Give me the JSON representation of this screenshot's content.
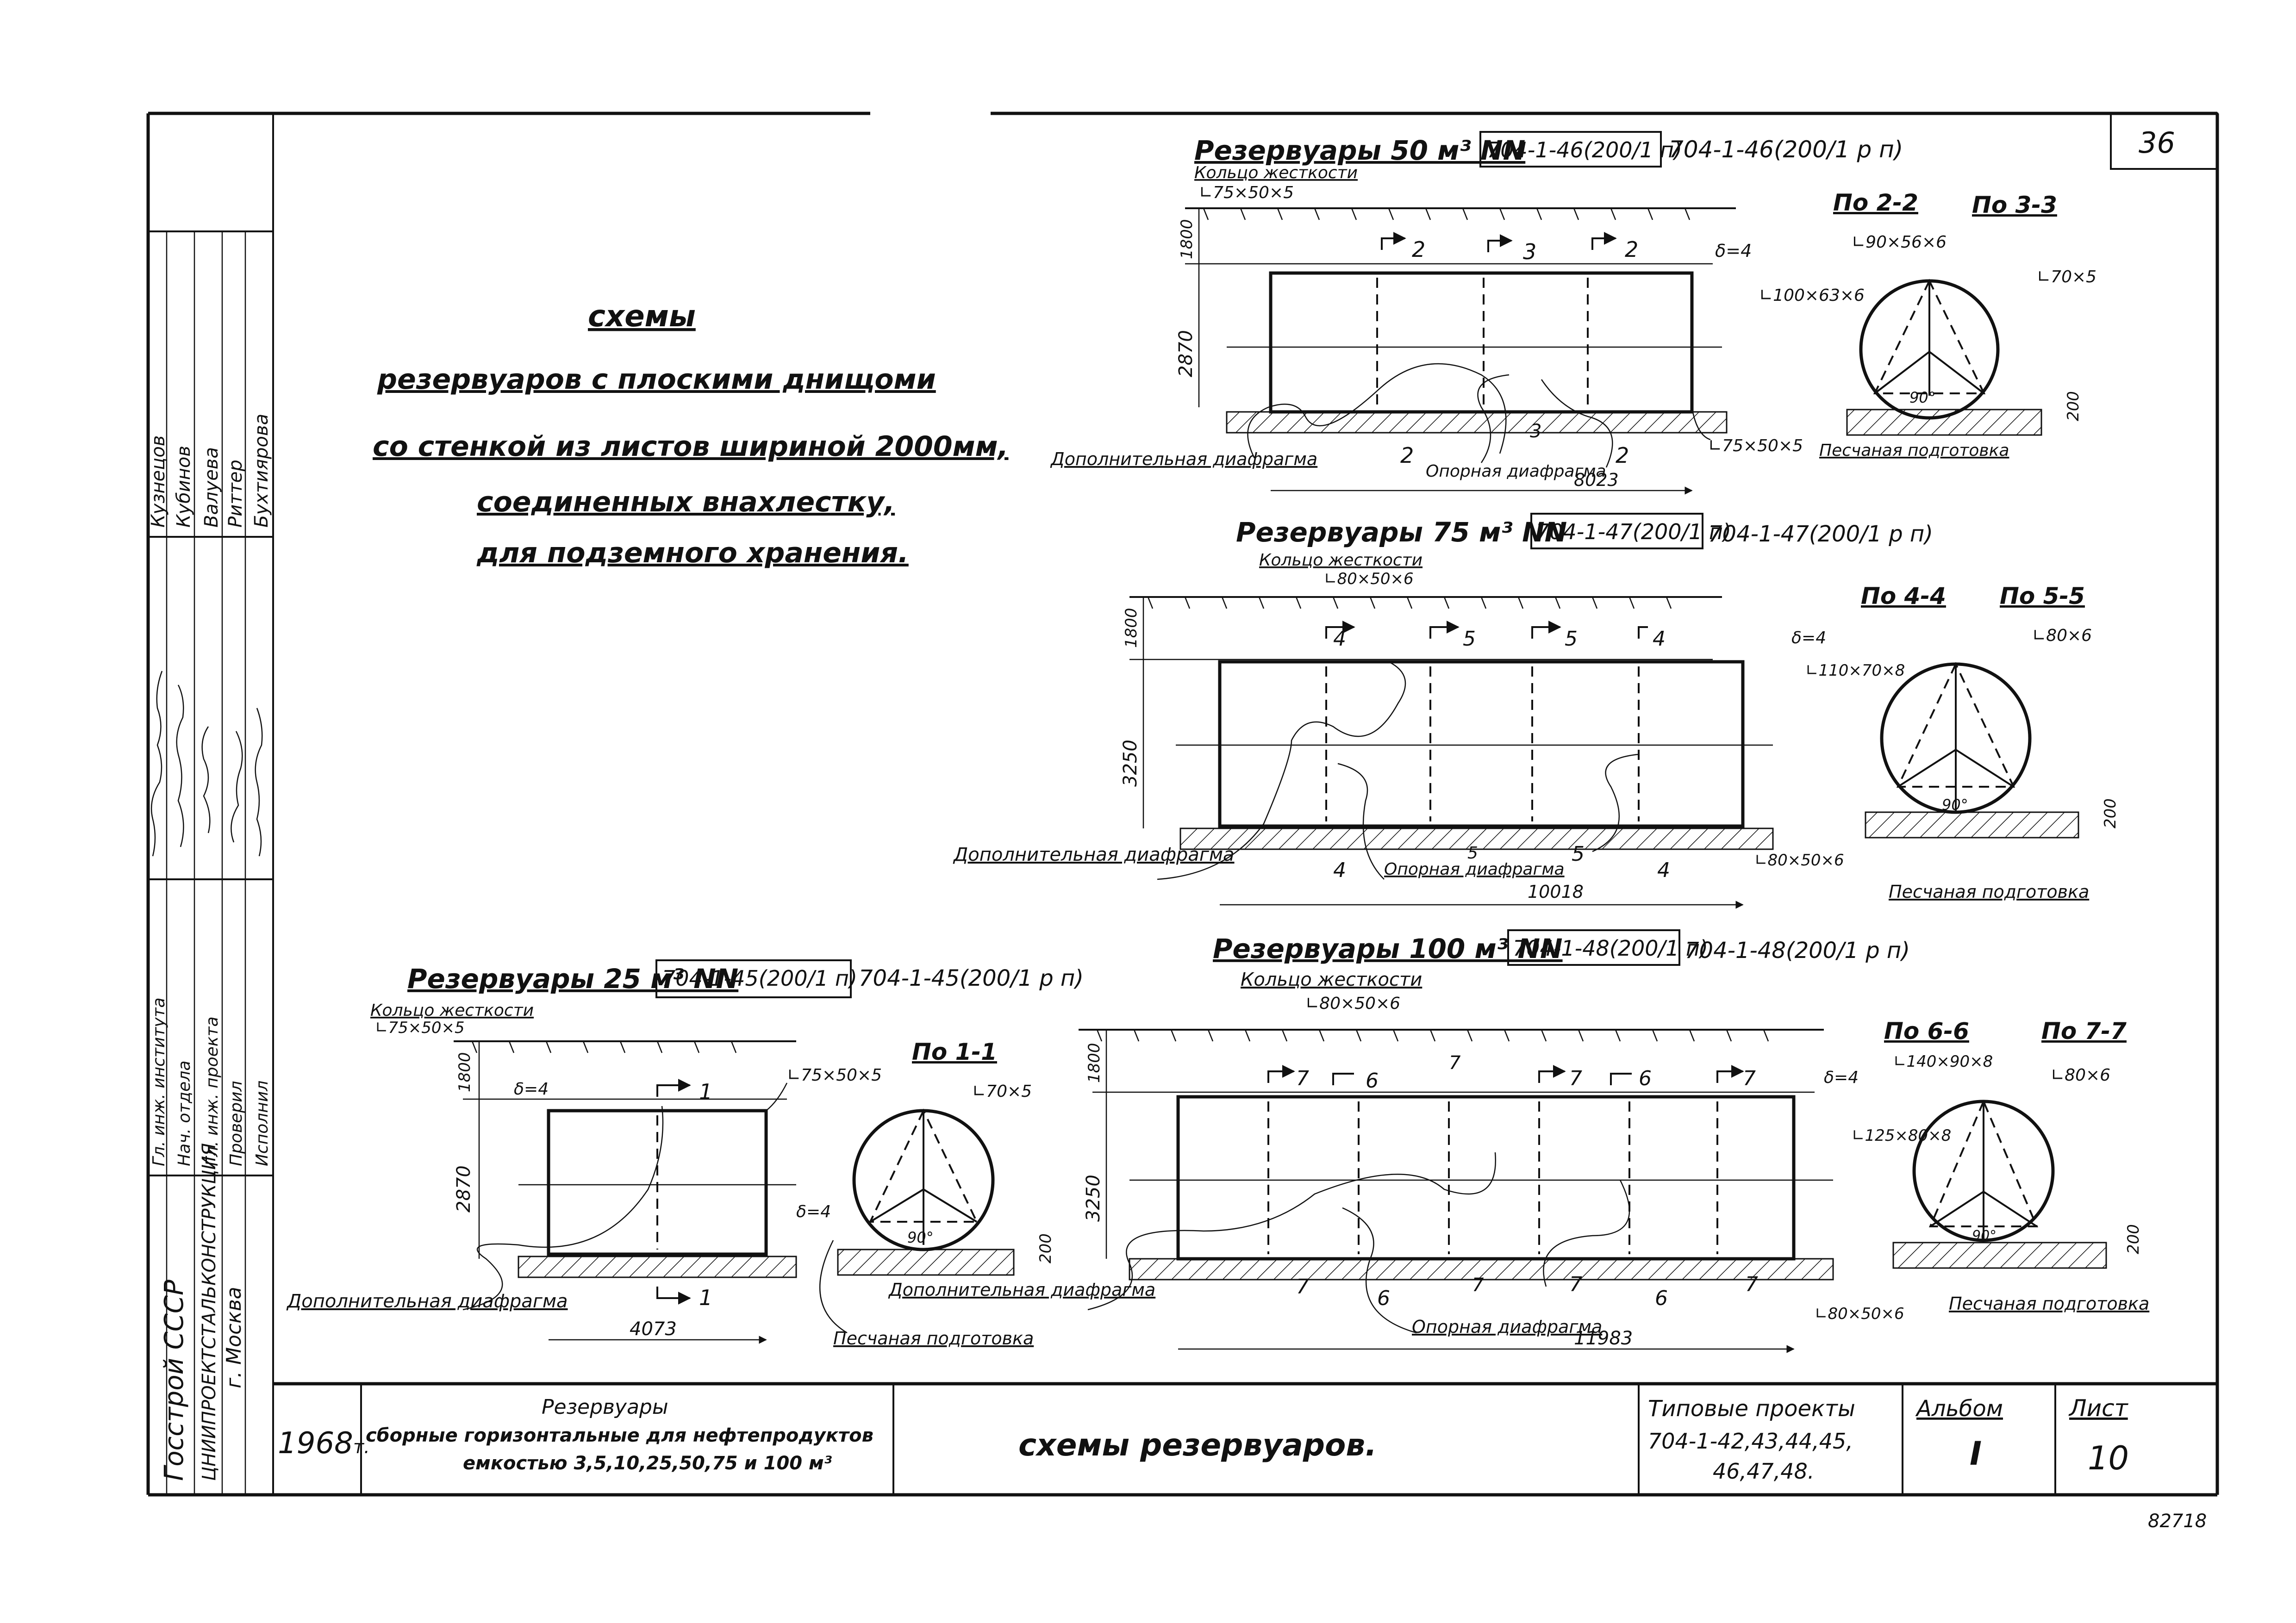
{
  "sheet_number_corner": "36",
  "title": {
    "line1": "схемы",
    "line2": "резервуаров с плоскими днищоми",
    "line3": "со стенкой из листов шириной 2000мм,",
    "line4": "соединенных внахлестку,",
    "line5": "для подземного хранения."
  },
  "side_stamp": {
    "org1": "Госстрой СССР",
    "org2": "ЦНИИПРОЕКТСТАЛЬКОНСТРУКЦИЯ",
    "city": "г. Москва",
    "roles": [
      "Гл. инж. института",
      "Нач. отдела",
      "Гл. инж. проекта",
      "Проверил",
      "Исполнил"
    ],
    "names": [
      "Кузнецов",
      "Кубинов",
      "Валуева",
      "Риттер",
      "Бухтиярова"
    ]
  },
  "tank50": {
    "heading": "Резервуары 50 м³ NN",
    "code_boxed": "704-1-46(200/1 п)",
    "code_plain": "704-1-46(200/1 р п)",
    "ring_label": "Кольцо жесткости",
    "ring_profile": "∟75×50×5",
    "h_upper": "1800",
    "h_main": "2870",
    "thickness": "δ=4",
    "cut_labels": [
      "2",
      "3",
      "2",
      "2",
      "3",
      "2"
    ],
    "support_profile": "∟75×50×5",
    "extra_diaphragm": "Дополнительная диафрагма",
    "support_diaphragm": "Опорная диафрагма",
    "length": "8023",
    "sec_a": "По 2-2",
    "sec_b": "По 3-3",
    "sec_p1": "∟90×56×6",
    "sec_p2": "∟100×63×6",
    "sec_p3": "∟70×5",
    "angle": "90°",
    "base_h": "200",
    "sand": "Песчаная подготовка"
  },
  "tank75": {
    "heading": "Резервуары 75 м³ NN",
    "code_boxed": "704-1-47(200/1 п)",
    "code_plain": "704-1-47(200/1 р п)",
    "ring_label": "Кольцо жесткости",
    "ring_profile": "∟80×50×6",
    "h_upper": "1800",
    "h_main": "3250",
    "thickness": "δ=4",
    "cut_labels": [
      "4",
      "5",
      "5",
      "4",
      "4",
      "5",
      "5",
      "4"
    ],
    "support_profile": "∟80×50×6",
    "extra_diaphragm": "Дополнительная диафрагма",
    "support_diaphragm": "Опорная диафрагма",
    "length": "10018",
    "sec_a": "По 4-4",
    "sec_b": "По 5-5",
    "sec_p1": "∟110×70×8",
    "sec_p2": "∟80×6",
    "angle": "90°",
    "base_h": "200",
    "sand": "Песчаная подготовка"
  },
  "tank25": {
    "heading": "Резервуары 25 м³ NN",
    "code_boxed": "704-1-45(200/1 п)",
    "code_plain": "704-1-45(200/1 р п)",
    "ring_label": "Кольцо жесткости",
    "ring_profile": "∟75×50×5",
    "h_upper": "1800",
    "h_main": "2870",
    "thickness": "δ=4",
    "thickness2": "δ=4",
    "cut_labels": [
      "1",
      "1"
    ],
    "support_profile": "∟75×50×5",
    "extra_diaphragm": "Дополнительная диафрагма",
    "length": "4073",
    "sec_a": "По 1-1",
    "sec_p1": "∟70×5",
    "angle": "90°",
    "base_h": "200",
    "sand": "Песчаная подготовка"
  },
  "tank100": {
    "heading": "Резервуары 100 м³ NN",
    "code_boxed": "704-1-48(200/1 п)",
    "code_plain": "704-1-48(200/1 р п)",
    "ring_label": "Кольцо жесткости",
    "ring_profile": "∟80×50×6",
    "h_upper": "1800",
    "h_main": "3250",
    "thickness": "δ=4",
    "cut_labels": [
      "7",
      "6",
      "7",
      "7",
      "6",
      "7",
      "7",
      "6",
      "7",
      "7",
      "6",
      "7"
    ],
    "support_profile": "∟80×50×6",
    "extra_diaphragm": "Дополнительная диафрагма",
    "support_diaphragm": "Опорная диафрагма",
    "length": "11983",
    "sec_a": "По 6-6",
    "sec_b": "По 7-7",
    "sec_p1": "∟140×90×8",
    "sec_p2": "∟125×80×8",
    "sec_p3": "∟80×6",
    "angle": "90°",
    "base_h": "200",
    "sand": "Песчаная подготовка"
  },
  "title_block": {
    "year": "1968",
    "year_suffix": "т.",
    "desc_1": "Резервуары",
    "desc_2": "сборные горизонтальные для нефтепродуктов",
    "desc_3": "емкостью 3,5,10,25,50,75 и 100 м³",
    "drawing_title": "схемы резервуаров.",
    "projects_label": "Типовые проекты",
    "projects_1": "704-1-42,43,44,45,",
    "projects_2": "46,47,48.",
    "album_label": "Альбом",
    "album_value": "I",
    "sheet_label": "Лист",
    "sheet_value": "10"
  },
  "inventory_number": "82718"
}
